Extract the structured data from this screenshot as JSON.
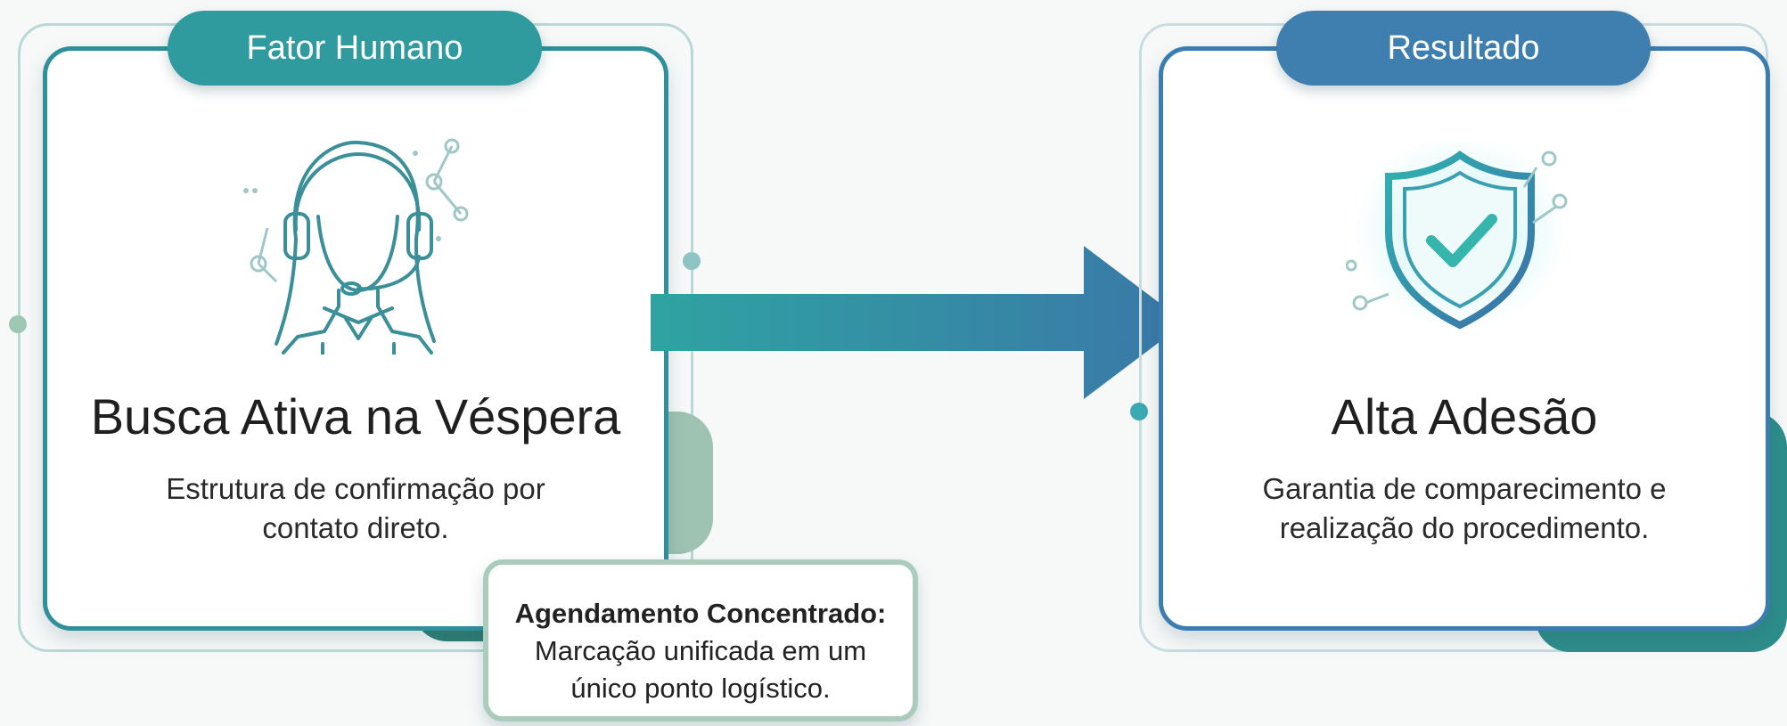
{
  "left_card": {
    "pill_label": "Fator Humano",
    "title": "Busca Ativa na Véspera",
    "description_line1": "Estrutura de confirmação por",
    "description_line2": "contato direto.",
    "icon": "headset-operator-icon"
  },
  "callout": {
    "title": "Agendamento Concentrado:",
    "line1": "Marcação unificada em um",
    "line2": "único ponto logístico."
  },
  "right_card": {
    "pill_label": "Resultado",
    "title": "Alta Adesão",
    "description_line1": "Garantia de comparecimento e",
    "description_line2": "realização do procedimento.",
    "icon": "shield-check-icon"
  },
  "colors": {
    "teal_dark": "#2b8d99",
    "teal_pill": "#2f9b9e",
    "blue_pill": "#3f7fb0",
    "arrow_start": "#2fa3a2",
    "arrow_end": "#3a78a8",
    "callout_border": "#a9ccbc",
    "frame_line": "#b9d8d6"
  }
}
